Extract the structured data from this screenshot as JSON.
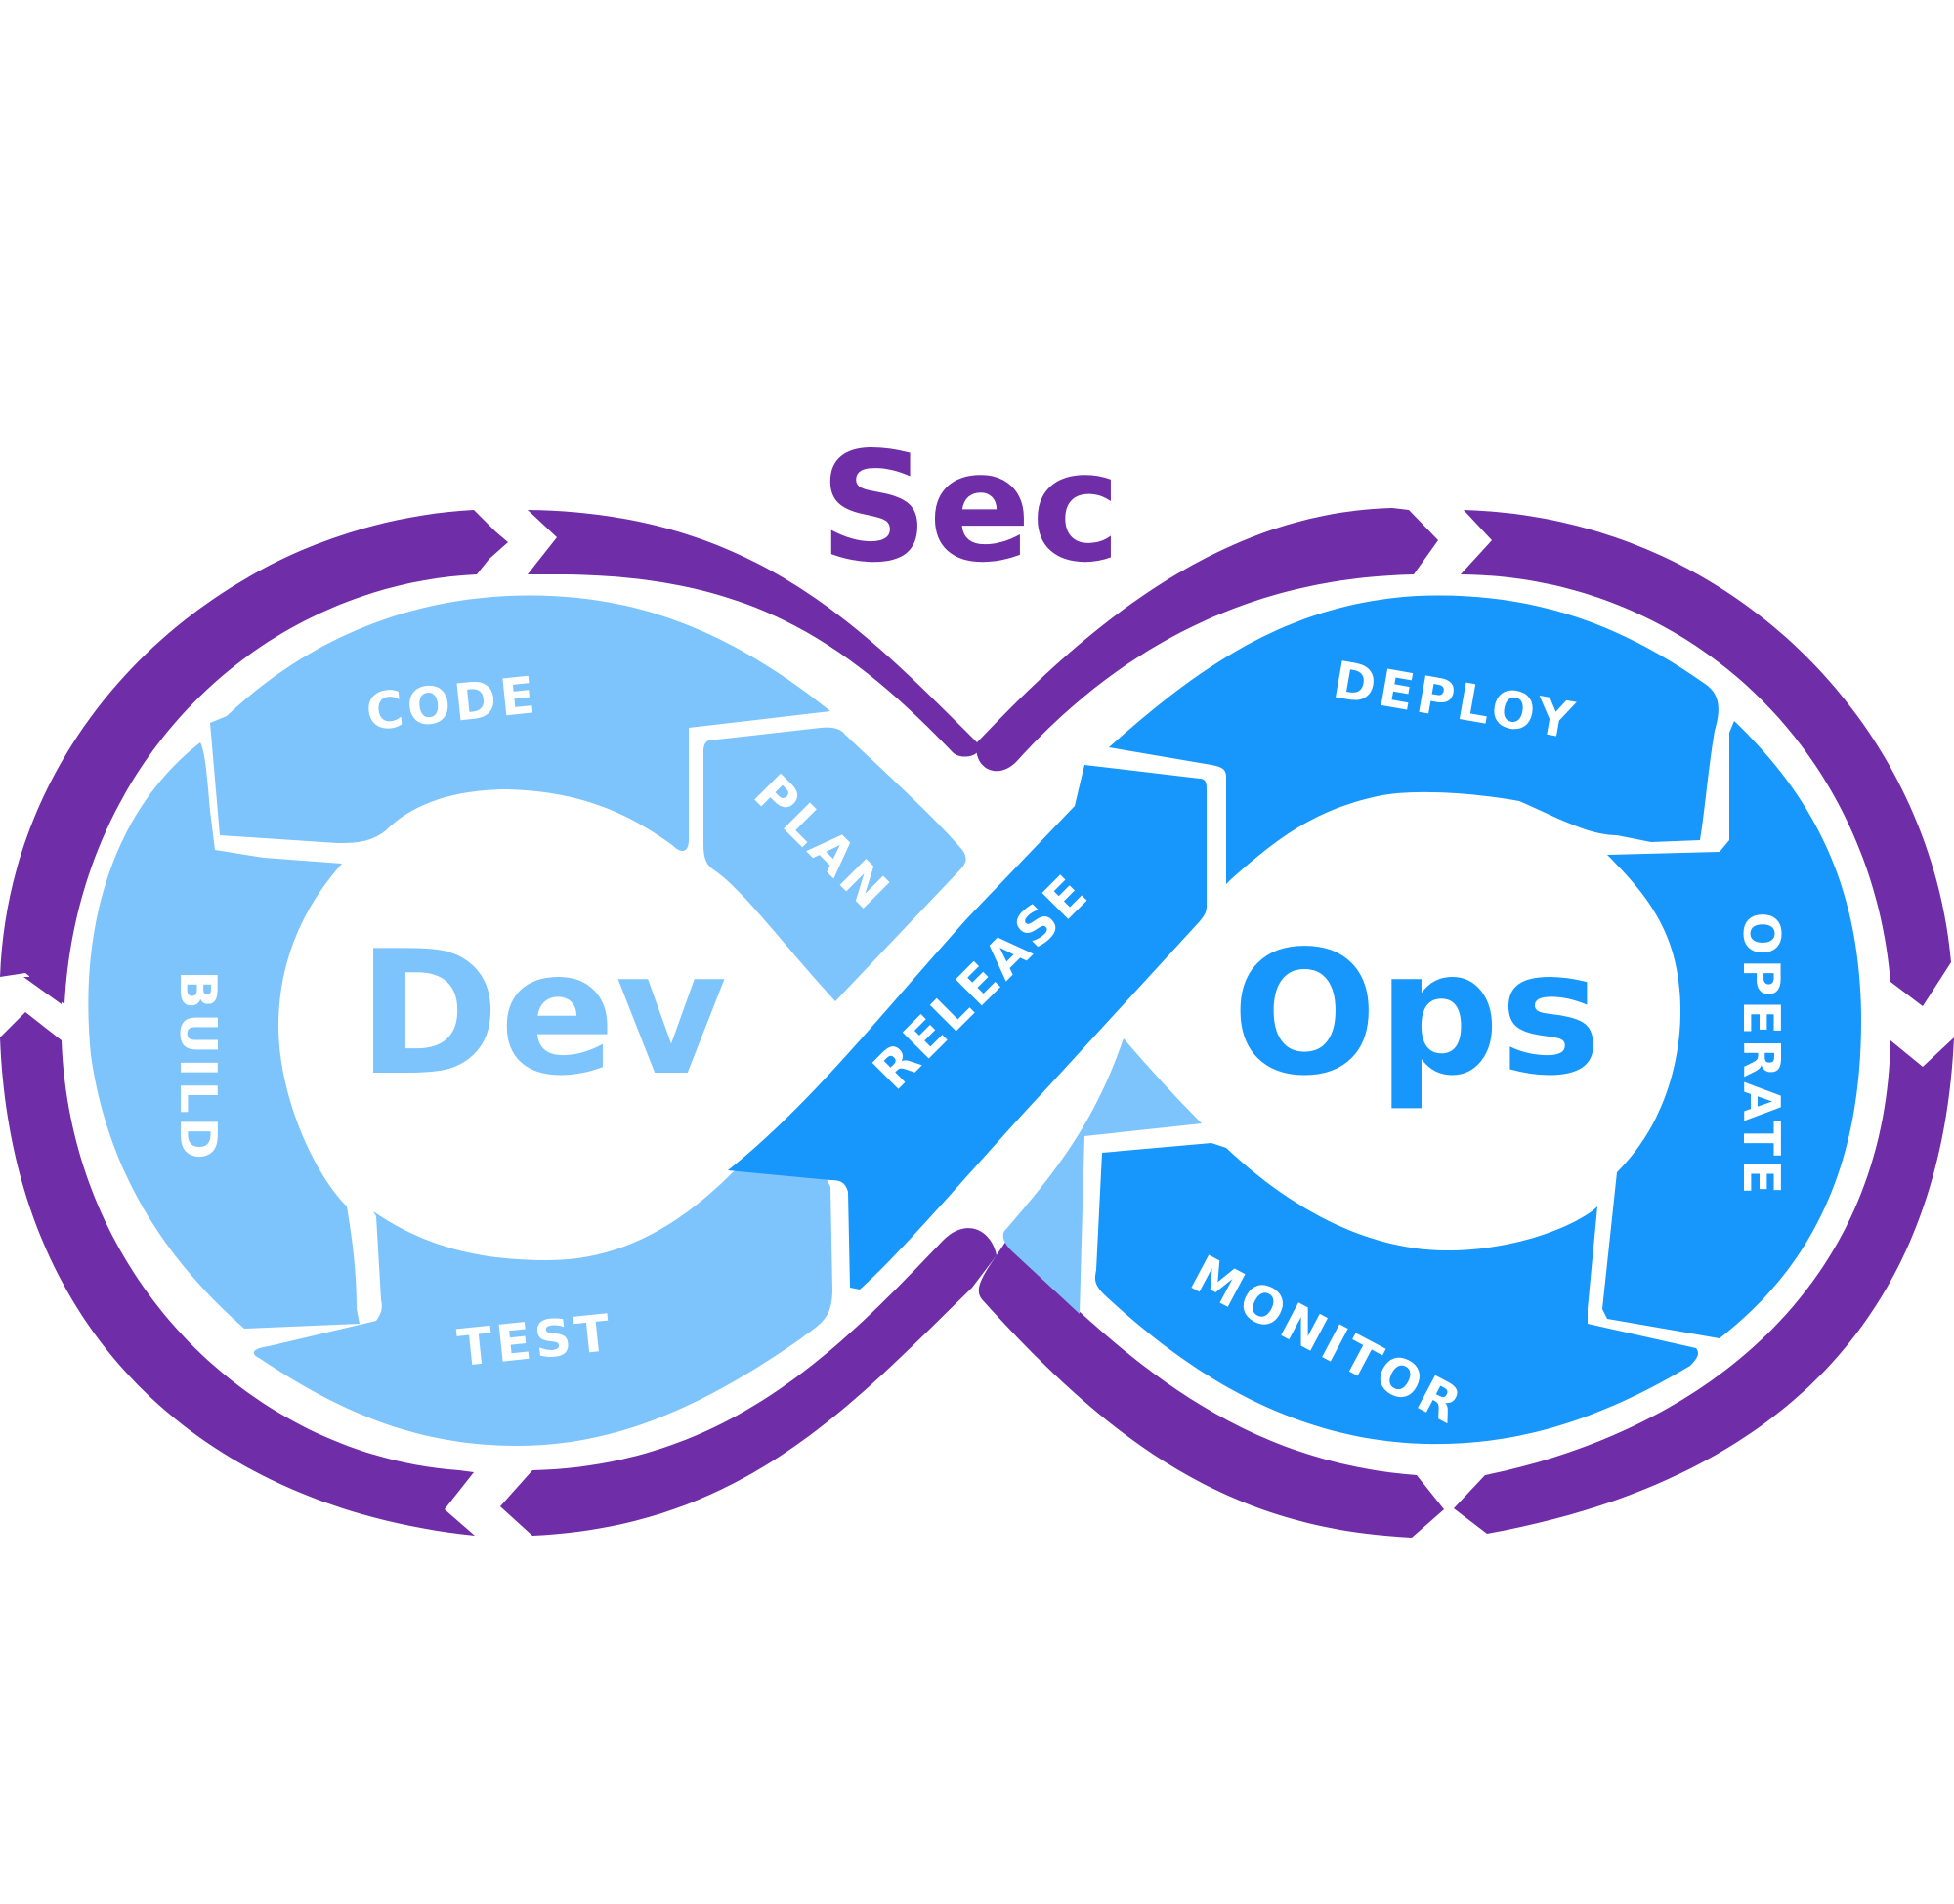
{
  "sec_label": "Sec",
  "dev_label": "Dev",
  "ops_label": "Ops",
  "stages": {
    "plan": "PLAN",
    "code": "CODE",
    "build": "BUILD",
    "test": "TEST",
    "release": "RELEASE",
    "deploy": "DEPLOY",
    "operate": "OPERATE",
    "monitor": "MONITOR"
  },
  "colors": {
    "sec_purple": "#6f2da8",
    "dev_light_blue": "#7dc4fd",
    "ops_blue": "#1796fc",
    "stage_text": "#ffffff"
  }
}
